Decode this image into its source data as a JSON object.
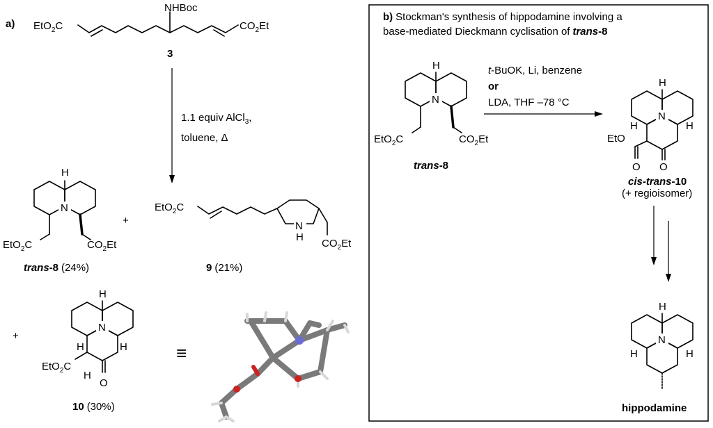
{
  "panel_a": {
    "label": "a)",
    "compound3": {
      "substituent": "NHBoc",
      "left_ester": "EtO2C",
      "right_ester": "CO2Et",
      "number": "3"
    },
    "conditions": {
      "line1": "1.1 equiv AlCl3,",
      "line2": "toluene, Δ"
    },
    "plus": "+",
    "trans8": {
      "left_ester": "EtO2C",
      "right_ester": "CO2Et",
      "name_italic": "trans",
      "name_suffix": "-8",
      "yield": "(24%)"
    },
    "compound9": {
      "left_ester": "EtO2C",
      "right_ester": "CO2Et",
      "nh": "N",
      "h": "H",
      "number": "9",
      "yield": "(21%)"
    },
    "compound10": {
      "ester": "EtO2C",
      "ketone": "O",
      "number": "10",
      "yield": "(30%)"
    },
    "equivalence": "≡",
    "atom_labels": {
      "N": "N",
      "H": "H"
    }
  },
  "panel_b": {
    "label": "b)",
    "title_line1": "Stockman's synthesis of hippodamine involving a",
    "title_line2_prefix": "base-mediated Dieckmann cyclisation of",
    "title_line2_italic": "trans",
    "title_line2_suffix": "-8",
    "reagents": {
      "line1": "t-BuOK, Li, benzene",
      "line2": "or",
      "line3": "LDA, THF –78 °C"
    },
    "trans8": {
      "left_ester": "EtO2C",
      "right_ester": "CO2Et",
      "name_italic": "trans",
      "name_suffix": "-8"
    },
    "cistrans10": {
      "eto": "EtO",
      "name_italic": "cis-trans",
      "name_suffix": "-10",
      "note": "(+ regioisomer)"
    },
    "product": {
      "name": "hippodamine"
    }
  }
}
